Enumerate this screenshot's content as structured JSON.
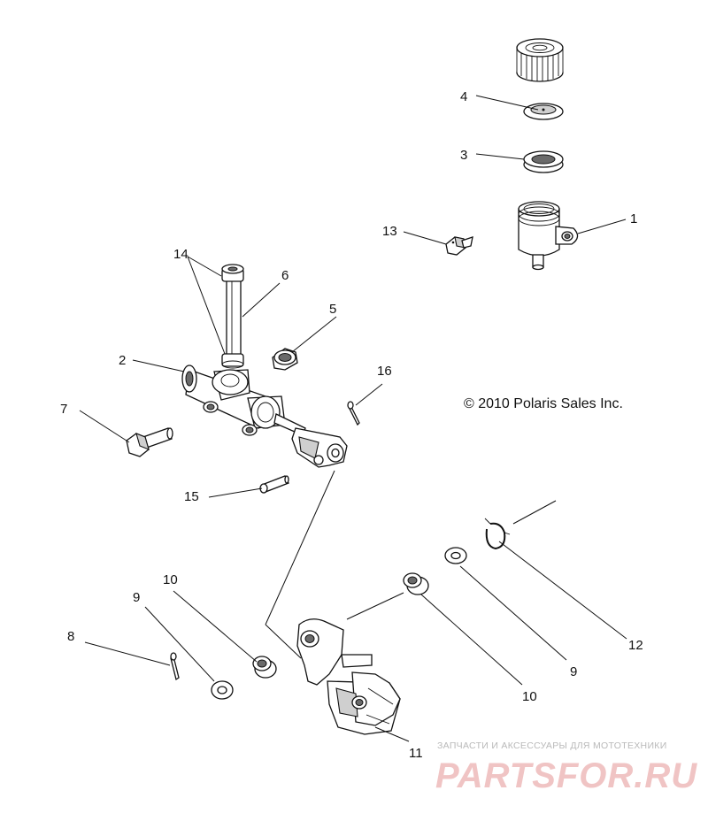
{
  "copyright": "© 2010 Polaris Sales Inc.",
  "watermark": {
    "tagline": "ЗАПЧАСТИ И АКСЕССУАРЫ ДЛЯ МОТОТЕХНИКИ",
    "logo": "PARTSFOR.RU"
  },
  "callouts": {
    "c1": "1",
    "c2": "2",
    "c3": "3",
    "c4": "4",
    "c5": "5",
    "c6": "6",
    "c7": "7",
    "c8": "8",
    "c9a": "9",
    "c9b": "9",
    "c10a": "10",
    "c10b": "10",
    "c11": "11",
    "c12": "12",
    "c13": "13",
    "c14": "14",
    "c15": "15",
    "c16": "16"
  },
  "colors": {
    "line": "#111111",
    "shade": "#cfcfcf",
    "watermark_logo": "#f0c4c4",
    "watermark_text": "#b9b9b9"
  }
}
